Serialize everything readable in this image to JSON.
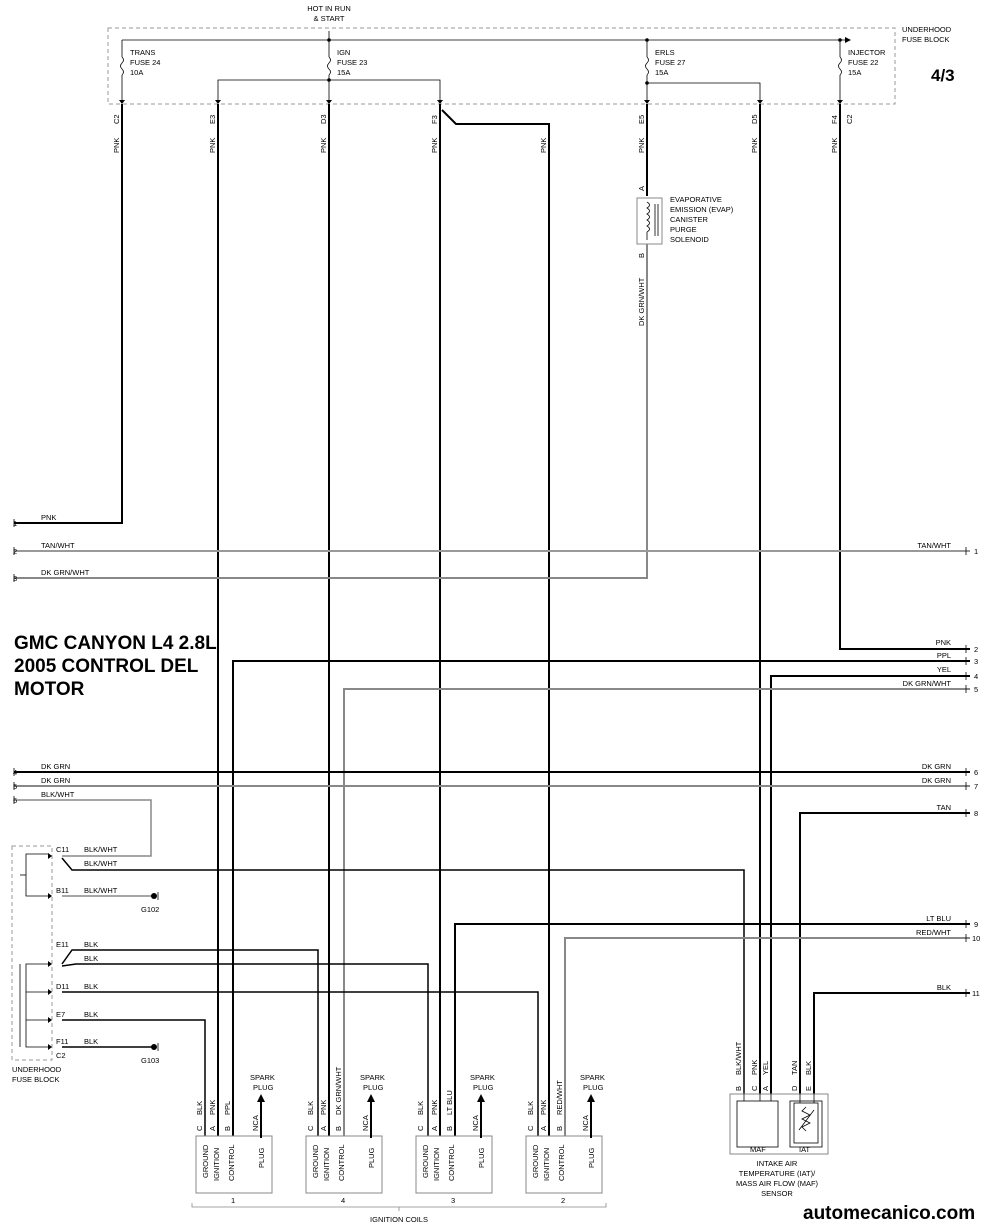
{
  "header": {
    "hot_label_1": "HOT IN RUN",
    "hot_label_2": "& START",
    "block_label_1": "UNDERHOOD",
    "block_label_2": "FUSE BLOCK",
    "page_number": "4/3"
  },
  "fuses": [
    {
      "name": "TRANS",
      "fuse": "FUSE 24",
      "amps": "10A"
    },
    {
      "name": "IGN",
      "fuse": "FUSE 23",
      "amps": "15A"
    },
    {
      "name": "ERLS",
      "fuse": "FUSE 27",
      "amps": "15A"
    },
    {
      "name": "INJECTOR",
      "fuse": "FUSE 22",
      "amps": "15A"
    }
  ],
  "fuse_block_pins": [
    "C2",
    "E3",
    "D3",
    "F3",
    "E5",
    "D5",
    "F4",
    "C2"
  ],
  "wire_colors": {
    "pnk": "PNK",
    "tan_wht": "TAN/WHT",
    "dk_grn_wht": "DK GRN/WHT",
    "ppl": "PPL",
    "yel": "YEL",
    "dk_grn": "DK GRN",
    "blk_wht": "BLK/WHT",
    "tan": "TAN",
    "lt_blu": "LT BLU",
    "red_wht": "RED/WHT",
    "blk": "BLK"
  },
  "evap": {
    "pin_a": "A",
    "pin_b": "B",
    "lines": [
      "EVAPORATIVE",
      "EMISSION (EVAP)",
      "CANISTER",
      "PURGE",
      "SOLENOID"
    ]
  },
  "left_connectors": [
    "1",
    "2",
    "3",
    "4",
    "5",
    "6"
  ],
  "right_connectors": [
    "1",
    "2",
    "3",
    "4",
    "5",
    "6",
    "7",
    "8",
    "9",
    "10",
    "11"
  ],
  "title": "GMC CANYON L4 2.8L\n2005 CONTROL DEL\nMOTOR",
  "lower_block": {
    "pins": [
      "C11",
      "B11",
      "E11",
      "D11",
      "E7",
      "F11",
      "C2"
    ],
    "label_1": "UNDERHOOD",
    "label_2": "FUSE BLOCK"
  },
  "grounds": [
    "G102",
    "G103"
  ],
  "coils": {
    "numbers": [
      "1",
      "4",
      "3",
      "2"
    ],
    "control_wires": [
      "PPL",
      "DK GRN/WHT",
      "LT BLU",
      "RED/WHT"
    ],
    "pins": [
      "C",
      "A",
      "B"
    ],
    "nca": "NCA",
    "spark_1": "SPARK",
    "spark_2": "PLUG",
    "functions": [
      "GROUND",
      "IGNITION",
      "CONTROL",
      "PLUG"
    ],
    "group_label": "IGNITION COILS"
  },
  "sensor": {
    "pins": [
      "B",
      "C",
      "A",
      "D",
      "E"
    ],
    "maf": "MAF",
    "iat": "IAT",
    "lines": [
      "INTAKE AIR",
      "TEMPERATURE (IAT)/",
      "MASS AIR FLOW (MAF)",
      "SENSOR"
    ]
  },
  "watermark": "automecanico.com"
}
